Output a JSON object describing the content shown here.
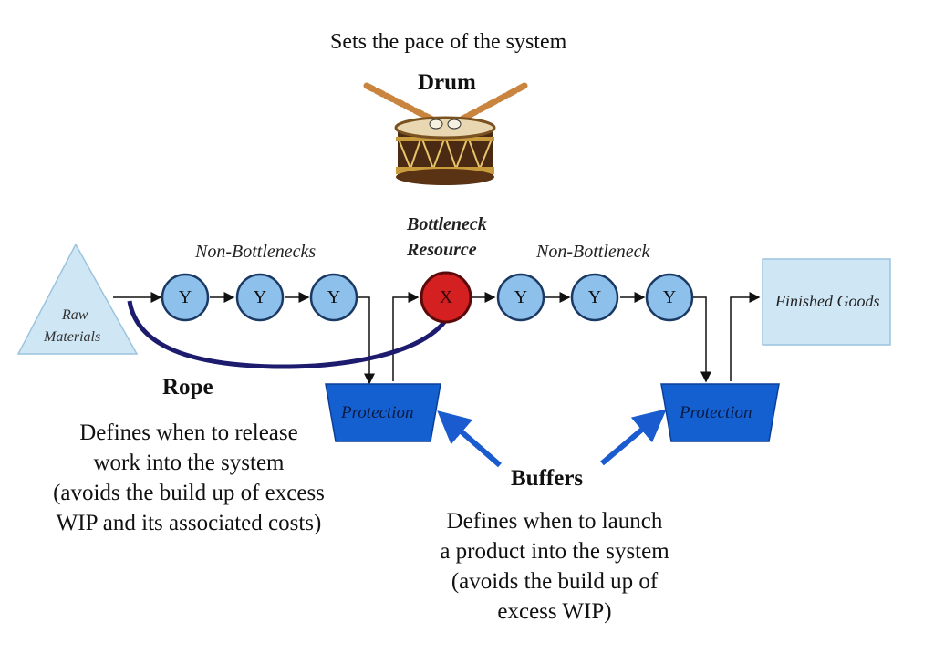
{
  "drum": {
    "subtitle": "Sets the pace of the system",
    "title": "Drum"
  },
  "raw_materials": {
    "line1": "Raw",
    "line2": "Materials"
  },
  "non_bottlenecks_label": "Non-Bottlenecks",
  "bottleneck_label": {
    "line1": "Bottleneck",
    "line2": "Resource"
  },
  "non_bottleneck_label": "Non-Bottleneck",
  "finished_goods": "Finished Goods",
  "nodes": {
    "y_label": "Y",
    "x_label": "X"
  },
  "protection_left": "Protection",
  "protection_right": "Protection",
  "rope": {
    "title": "Rope",
    "desc": [
      "Defines when to release",
      "work into the system",
      "(avoids the build up of excess",
      "WIP and its associated costs)"
    ]
  },
  "buffers": {
    "title": "Buffers",
    "desc": [
      "Defines when to launch",
      "a product into the system",
      "(avoids the build up of",
      "excess WIP)"
    ]
  },
  "colors": {
    "node_fill": "#8ec0ec",
    "node_stroke": "#1b3a63",
    "bottleneck_fill": "#d42020",
    "bottleneck_stroke": "#5a0a0a",
    "protection_fill": "#1560d0",
    "box_fill": "#cfe6f5",
    "rope_color": "#1d1b6e",
    "arrow_blue": "#1a5ccf"
  }
}
